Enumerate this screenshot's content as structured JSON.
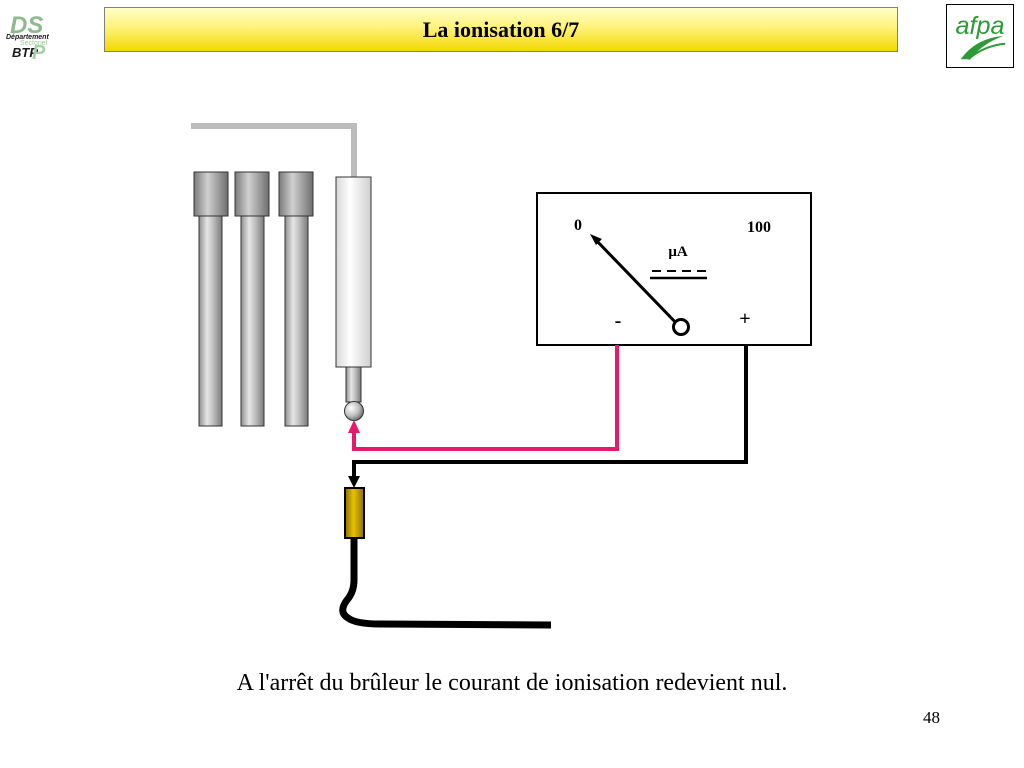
{
  "slide": {
    "title": "La ionisation 6/7",
    "caption": "A l'arrêt du brûleur le courant de ionisation redevient nul.",
    "number": "48"
  },
  "logos": {
    "left": {
      "line1": "DS",
      "line2": "Département",
      "line3": "BTP",
      "subtext": "Sectoriel",
      "icon": "dsbtp-logo"
    },
    "right": {
      "text": "afpa",
      "icon": "afpa-logo"
    }
  },
  "meter": {
    "scale_min": "0",
    "scale_max": "100",
    "unit": "μA",
    "minus_label": "-",
    "plus_label": "+",
    "needle_reading": 0
  },
  "colors": {
    "title_bar": "#f7e84a",
    "signal_wire": "#e8196a",
    "ground_wire": "#000000",
    "connector": "#d4aa00",
    "support_rod": "#bcbcbc",
    "logo_green": "#2e9a36"
  }
}
